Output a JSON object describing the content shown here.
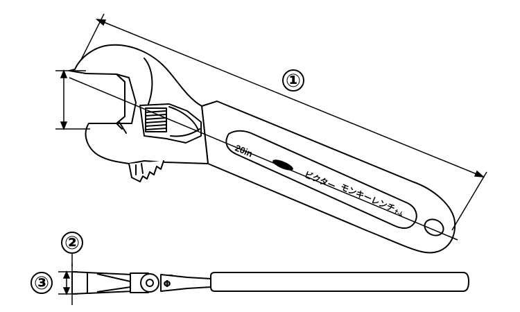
{
  "diagram": {
    "dimensions": [
      {
        "id": "overall-length",
        "label": "①"
      },
      {
        "id": "jaw-width",
        "label": "②"
      },
      {
        "id": "head-thickness",
        "label": "③"
      }
    ],
    "handle_marking": {
      "size": "20in",
      "text_1": "ビクター",
      "text_2": "モンキーレンチ",
      "text_3": "ﾅ-ﾑ"
    },
    "side_view_symbol": "Φ",
    "colors": {
      "stroke": "#000000",
      "background": "#ffffff"
    }
  }
}
